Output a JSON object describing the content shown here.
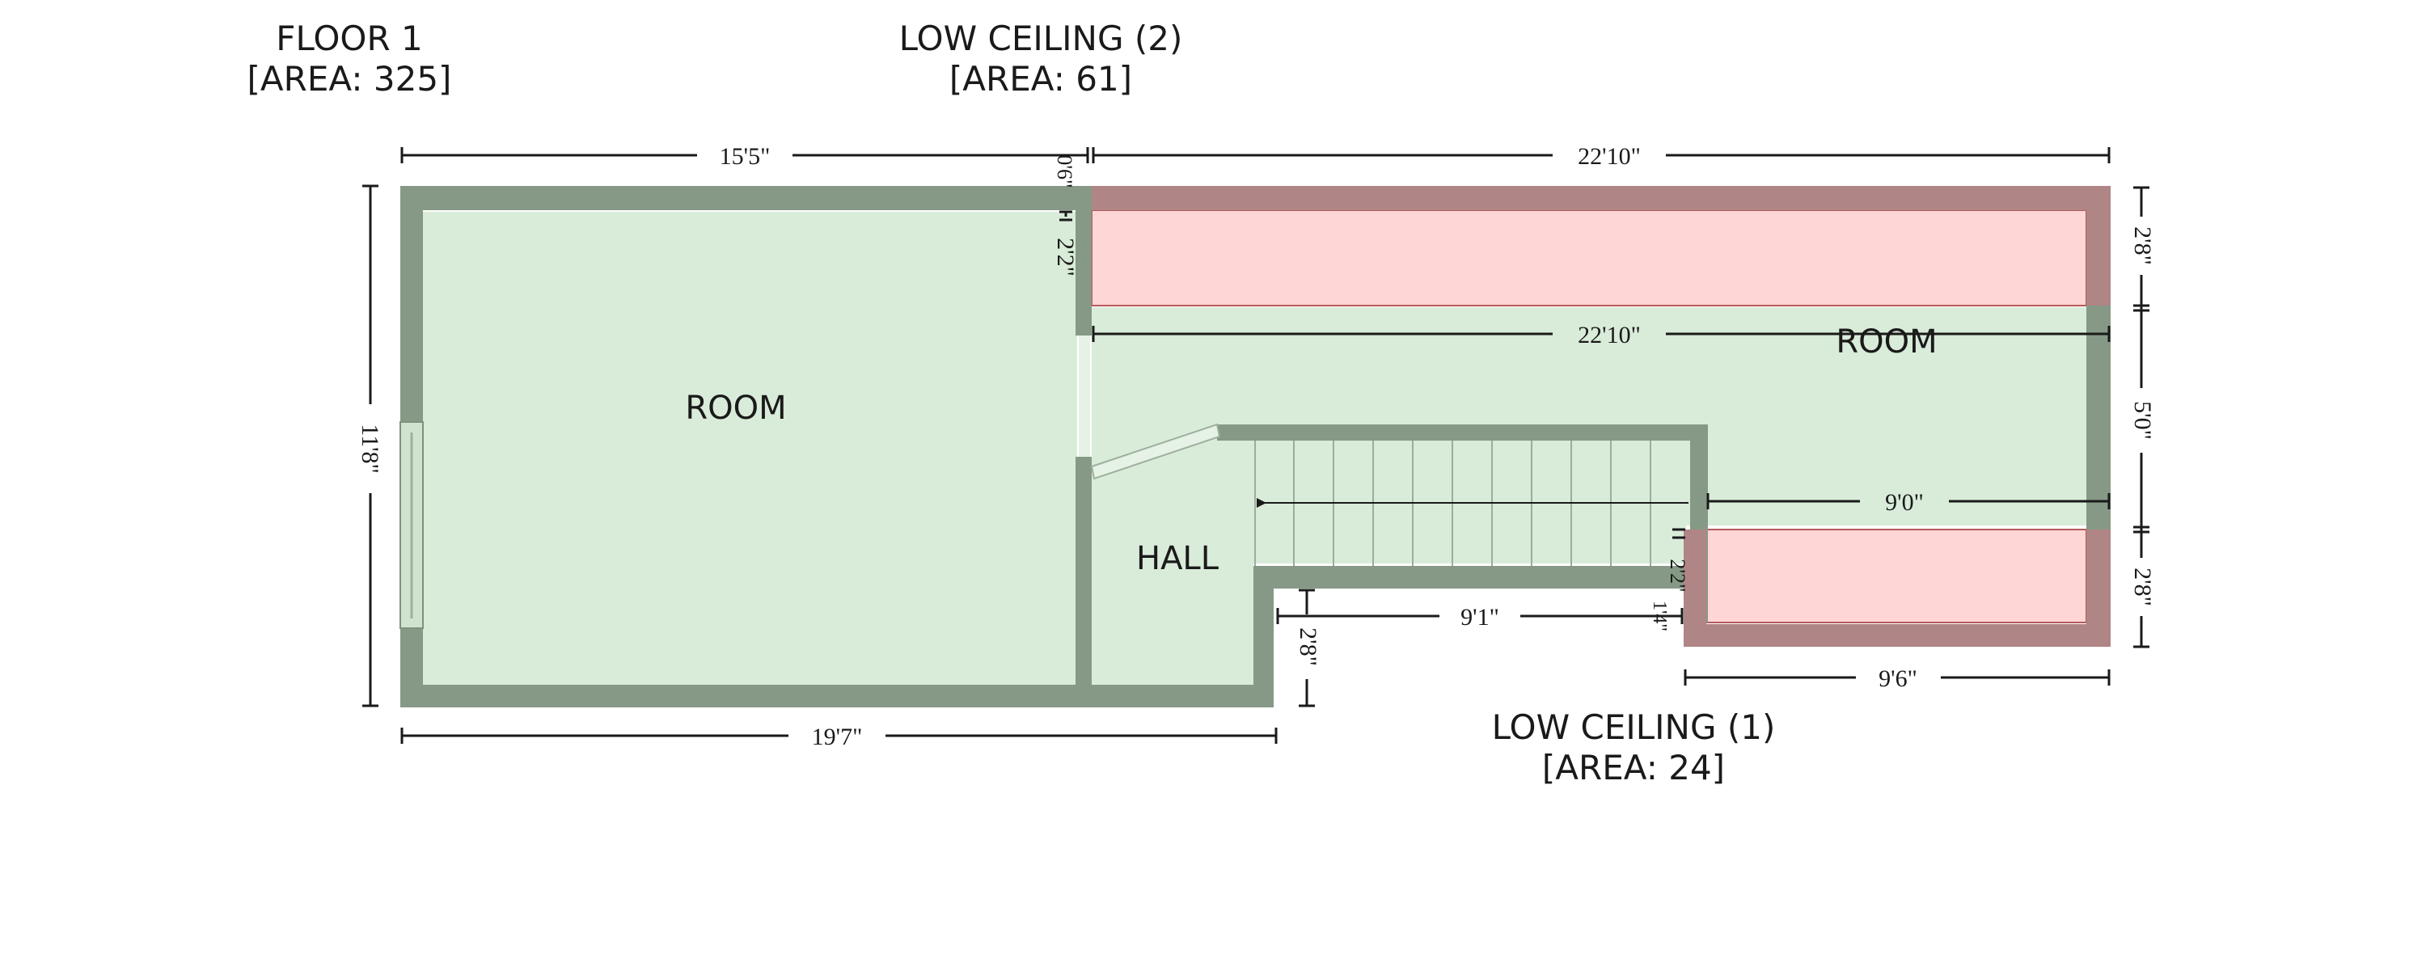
{
  "labels": {
    "floor": {
      "name": "FLOOR 1",
      "area": "[AREA: 325]"
    },
    "low_ceiling_2": {
      "name": "LOW CEILING (2)",
      "area": "[AREA: 61]"
    },
    "low_ceiling_1": {
      "name": "LOW CEILING (1)",
      "area": "[AREA: 24]"
    },
    "room_left": "ROOM",
    "room_right": "ROOM",
    "hall": "HALL"
  },
  "dimensions": {
    "top_left": "15'5\"",
    "top_right": "22'10\"",
    "inner_top": "22'10\"",
    "stair_run": "9'0\"",
    "bottom_right": "9'6\"",
    "bottom_left": "19'7\"",
    "hall_bottom": "9'1\"",
    "left_height": "11'8\"",
    "right_top": "2'8\"",
    "right_mid": "5'0\"",
    "right_bottom": "2'8\"",
    "wall_small": "0'6\"",
    "wall_seg": "2'2\"",
    "hall_notch": "2'8\"",
    "stair_small": "2'2\"",
    "step_small": "1'4\""
  },
  "colors": {
    "floor": "#d9ebd9",
    "wall": "#869986",
    "low_ceiling_fill": "#ffd6d6",
    "low_ceiling_wall": "#b08585",
    "dim_line": "#1a1a1a"
  }
}
